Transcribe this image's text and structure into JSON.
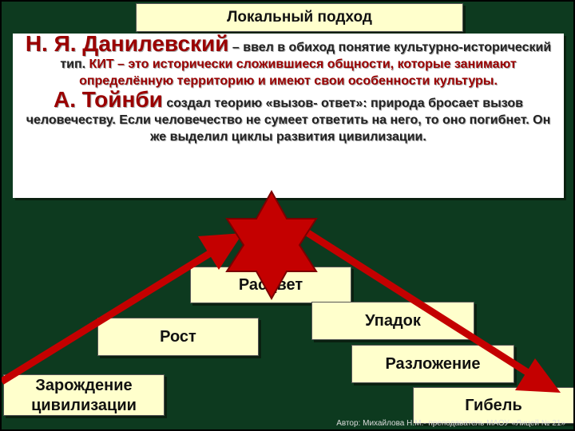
{
  "title": "Локальный подход",
  "danilevsky": {
    "name": "Н. Я. Данилевский",
    "text1": " – ввел в обиход понятие культурно-исторический тип. ",
    "kit": "КИТ – это исторически сложившиеся общности, которые занимают определённую территорию и имеют свои особенности культуры."
  },
  "toynbee": {
    "name": "А. Тойнби",
    "text": " создал теорию «вызов- ответ»: природа бросает вызов человечеству. Если человечество не сумеет ответить на него, то оно погибнет. Он же выделил циклы развития цивилизации."
  },
  "stages": {
    "origin": "Зарождение цивилизации",
    "growth": "Рост",
    "flourishing": "Расцвет",
    "decline": "Упадок",
    "decay": "Разложение",
    "death": "Гибель"
  },
  "footer": "Автор: Михайлова Н.М.- преподаватель МАОУ «Лицей № 21»",
  "colors": {
    "background": "#0d3a1f",
    "box": "#ffffcc",
    "accent": "#9a0000",
    "arrow": "#c40000"
  }
}
